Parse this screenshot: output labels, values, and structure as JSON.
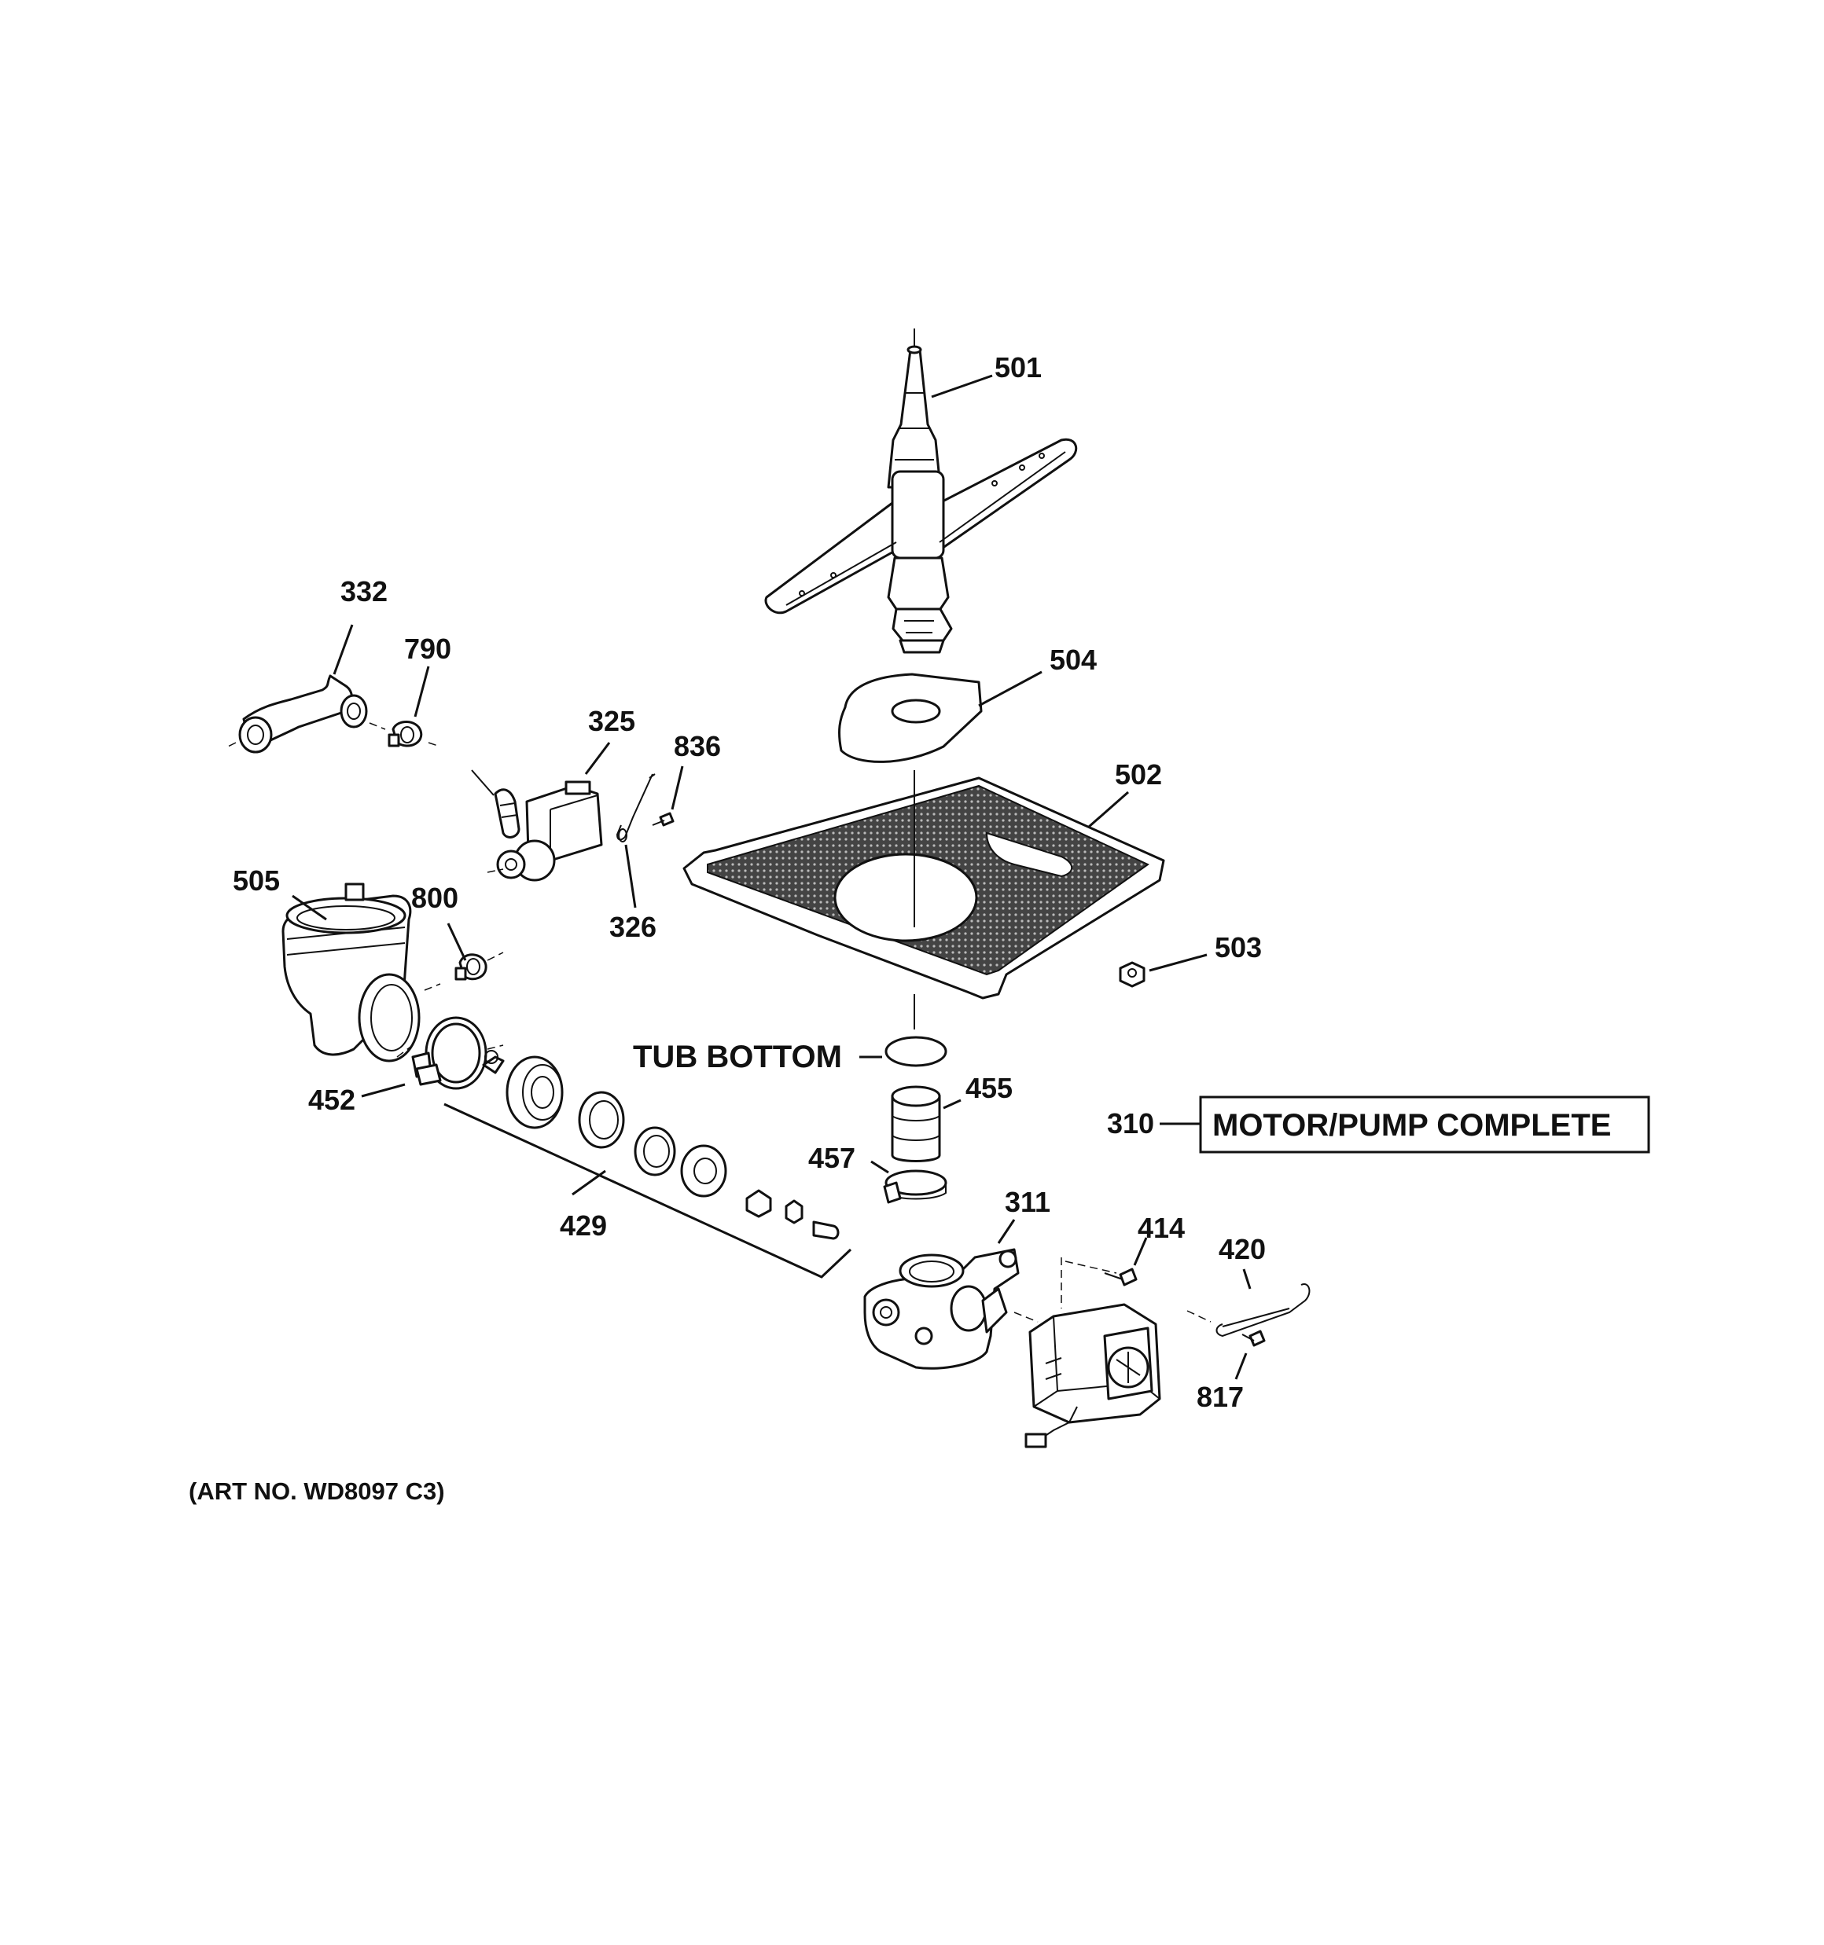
{
  "diagram": {
    "parts": [
      {
        "id": "p501",
        "label": "501"
      },
      {
        "id": "p504",
        "label": "504"
      },
      {
        "id": "p502",
        "label": "502"
      },
      {
        "id": "p503",
        "label": "503"
      },
      {
        "id": "p332",
        "label": "332"
      },
      {
        "id": "p790",
        "label": "790"
      },
      {
        "id": "p325",
        "label": "325"
      },
      {
        "id": "p836",
        "label": "836"
      },
      {
        "id": "p326",
        "label": "326"
      },
      {
        "id": "p505",
        "label": "505"
      },
      {
        "id": "p800",
        "label": "800"
      },
      {
        "id": "p452",
        "label": "452"
      },
      {
        "id": "p455",
        "label": "455"
      },
      {
        "id": "p457",
        "label": "457"
      },
      {
        "id": "p429",
        "label": "429"
      },
      {
        "id": "p311",
        "label": "311"
      },
      {
        "id": "p414",
        "label": "414"
      },
      {
        "id": "p420",
        "label": "420"
      },
      {
        "id": "p817",
        "label": "817"
      },
      {
        "id": "p310",
        "label": "310"
      }
    ],
    "tub_bottom_label": "TUB BOTTOM",
    "motor_pump_label": "MOTOR/PUMP COMPLETE",
    "art_number": "(ART NO. WD8097 C3)"
  }
}
